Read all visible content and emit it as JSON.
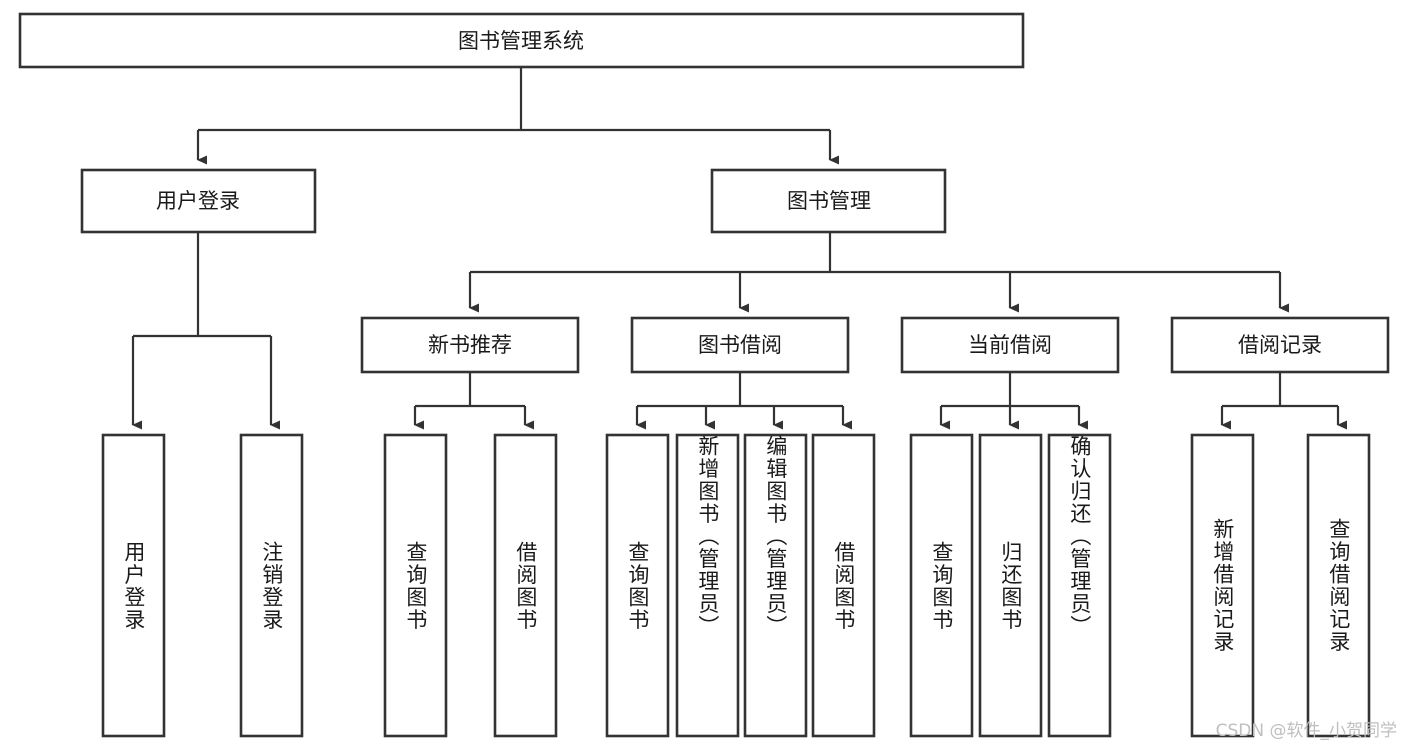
{
  "diagram": {
    "type": "tree",
    "title": "图书管理系统",
    "watermark": "CSDN @软件_小贺同学",
    "colors": {
      "box_stroke": "#333333",
      "box_fill": "#ffffff",
      "connector": "#333333",
      "text": "#1a1a1a",
      "watermark": "#bfbfbf",
      "background": "#ffffff"
    },
    "root": {
      "label": "图书管理系统"
    },
    "level2": [
      {
        "label": "用户登录"
      },
      {
        "label": "图书管理"
      }
    ],
    "level3": [
      {
        "label": "新书推荐"
      },
      {
        "label": "图书借阅"
      },
      {
        "label": "当前借阅"
      },
      {
        "label": "借阅记录"
      }
    ],
    "leaves": {
      "user_login": [
        {
          "label": "用户登录"
        },
        {
          "label": "注销登录"
        }
      ],
      "new_book": [
        {
          "label": "查询图书"
        },
        {
          "label": "借阅图书"
        }
      ],
      "book_borrow": [
        {
          "label": "查询图书"
        },
        {
          "label": "新增图书（管理员）"
        },
        {
          "label": "编辑图书（管理员）"
        },
        {
          "label": "借阅图书"
        }
      ],
      "current_borrow": [
        {
          "label": "查询图书"
        },
        {
          "label": "归还图书"
        },
        {
          "label": "确认归还（管理员）"
        }
      ],
      "borrow_record": [
        {
          "label": "新增借阅记录"
        },
        {
          "label": "查询借阅记录"
        }
      ]
    }
  }
}
